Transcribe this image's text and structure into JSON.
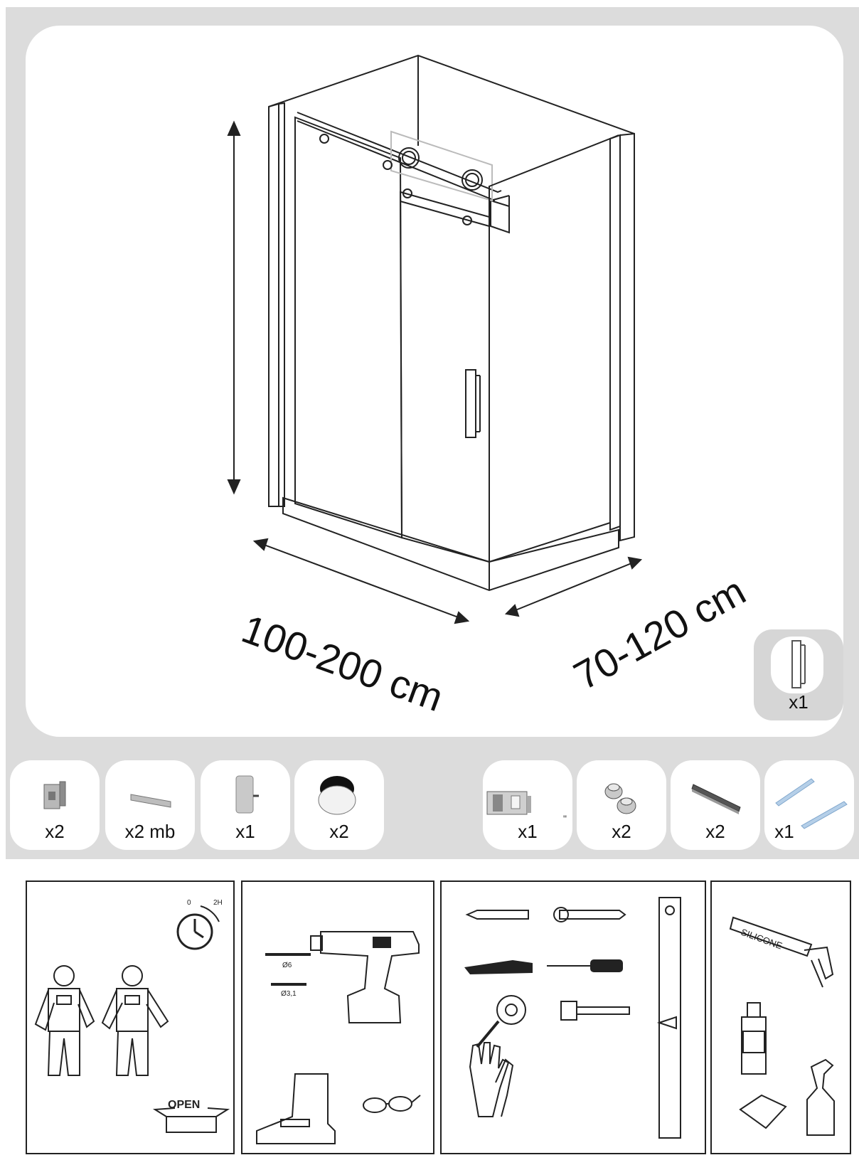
{
  "dimensions": {
    "width_range": "100-200 cm",
    "depth_range": "70-120 cm"
  },
  "handle_part": {
    "icon": "door-handle-icon",
    "quantity": "x1"
  },
  "parts": [
    {
      "icon": "wall-bracket-icon",
      "quantity": "x2"
    },
    {
      "icon": "profile-strip-icon",
      "quantity": "x2 mb"
    },
    {
      "icon": "stabilizer-bar-icon",
      "quantity": "x1"
    },
    {
      "icon": "roller-wheel-icon",
      "quantity": "x2"
    },
    {
      "icon": "glass-clamp-icon",
      "quantity": "x1"
    },
    {
      "icon": "stopper-knob-icon",
      "quantity": "x2"
    },
    {
      "icon": "aluminium-profile-icon",
      "quantity": "x2"
    },
    {
      "icon": "seal-strip-icon",
      "quantity": "x1"
    }
  ],
  "stray_mark": "\"",
  "requirements": {
    "timer": {
      "start": "0",
      "end": "2H"
    },
    "open_label": "OPEN",
    "drill_bits": [
      "Ø6",
      "Ø3,1"
    ],
    "silicone_label": "SILICONE"
  }
}
